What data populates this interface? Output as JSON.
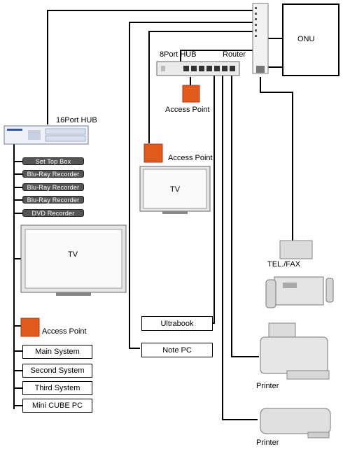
{
  "devices": {
    "onu": "ONU",
    "router": "Router",
    "hub8": "8Port  HUB",
    "hub16": "16Port HUB",
    "ap_top": "Access Point",
    "ap_mid": "Access Point",
    "ap_left": "Access Point",
    "tv_mid": "TV",
    "tv_left": "TV",
    "telfax": "TEL./FAX",
    "printer1": "Printer",
    "printer2": "Printer"
  },
  "media": [
    "Set Top Box",
    "Blu-Ray Recorder",
    "Blu-Ray Recorder",
    "Blu-Ray Recorder",
    "DVD Recorder"
  ],
  "pcs_left": [
    "Main System",
    "Second System",
    "Third System",
    "Mini CUBE PC"
  ],
  "pcs_mid": [
    "Ultrabook",
    "Note PC"
  ],
  "colors": {
    "access_point": "#e05a1c",
    "line": "#000000",
    "device_fill": "#e8e8e8"
  }
}
